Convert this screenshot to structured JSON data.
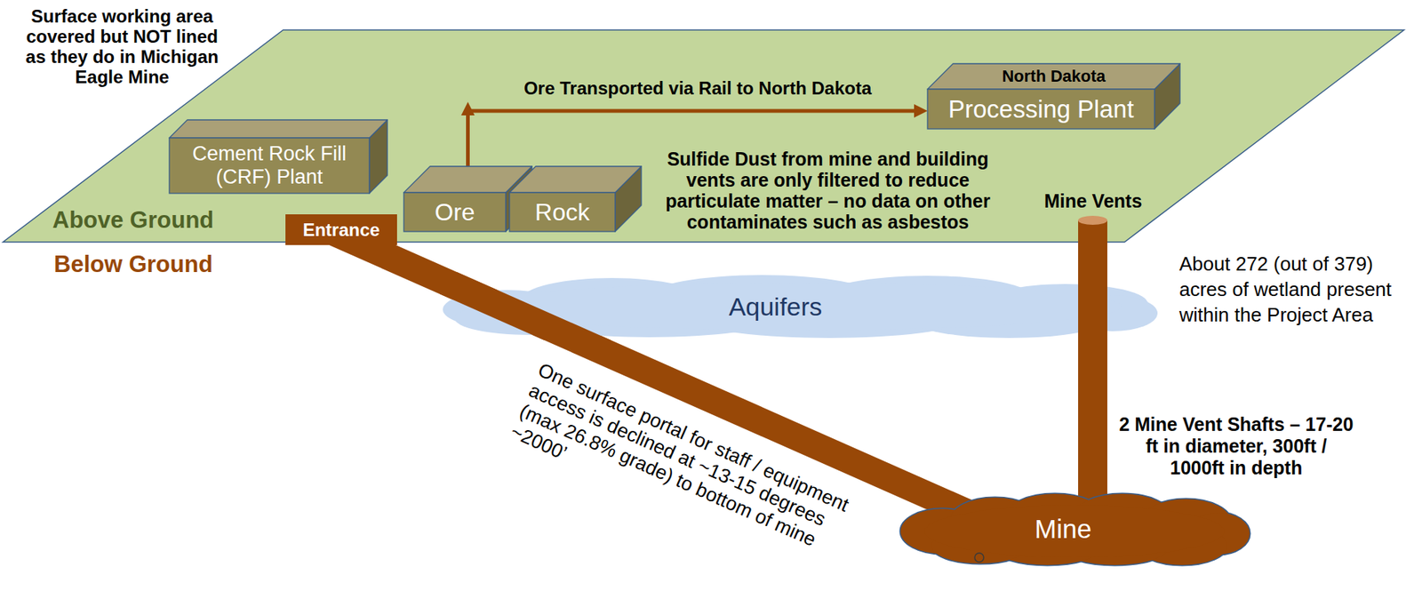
{
  "diagram": {
    "nodes": [
      {
        "text": [
          "Cement Rock Fill (CRF) Plant"
        ]
      },
      {
        "text": [
          "Entrance"
        ]
      },
      {
        "text": [
          "Ore"
        ]
      },
      {
        "text": [
          "Rock"
        ]
      },
      {
        "text": [
          "North Dakota",
          "Processing Plant"
        ]
      },
      {
        "text": [
          "Aquifers"
        ]
      },
      {
        "text": [
          "Mine"
        ]
      }
    ],
    "edges": [
      {
        "from": 2,
        "to": 4,
        "arrow": "to",
        "label": "Ore Transported via Rail to North Dakota"
      },
      {
        "from": 1,
        "to": 6,
        "arrow": "none",
        "label": "One surface portal for staff / equipment access is declined at ~13-15 degrees (max 26.8% grade) to bottom of mine ~2000’"
      }
    ],
    "labels": [
      "Surface working area covered but NOT lined as they do in Michigan Eagle Mine",
      "Above Ground",
      "Below Ground",
      "Sulfide Dust from mine and building vents are only filtered to reduce particulate matter – no data on other contaminates such as asbestos",
      "Mine Vents",
      "About 272 (out of 379) acres of wetland present within the Project Area",
      "2 Mine Vent Shafts – 17-20 ft in diameter, 300ft / 1000ft in depth"
    ]
  }
}
